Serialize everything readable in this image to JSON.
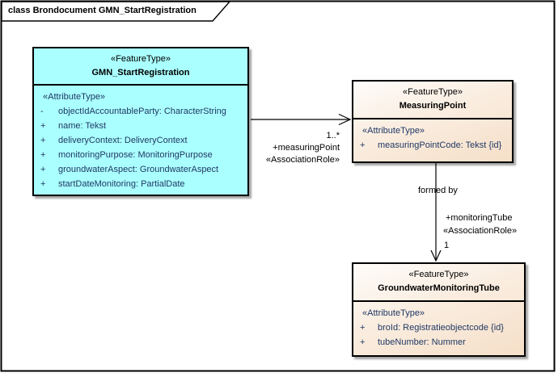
{
  "diagram": {
    "frame_title": "class Brondocument GMN_StartRegistration"
  },
  "colors": {
    "feature_type_cyan": "#AAFFFF",
    "feature_type_peach_start": "#FEFCFA",
    "feature_type_peach_end": "#F5DFC8",
    "attribute_text": "#1F3864",
    "border": "#000000",
    "shadow": "rgba(0,0,0,0.35)"
  },
  "classes": [
    {
      "stereotype": "«FeatureType»",
      "name": "GMN_StartRegistration",
      "attr_stereotype": "«AttributeType»",
      "attributes": [
        {
          "vis": "-",
          "text": "objectIdAccountableParty: CharacterString"
        },
        {
          "vis": "+",
          "text": "name: Tekst"
        },
        {
          "vis": "+",
          "text": "deliveryContext: DeliveryContext"
        },
        {
          "vis": "+",
          "text": "monitoringPurpose: MonitoringPurpose"
        },
        {
          "vis": "+",
          "text": "groundwaterAspect: GroundwaterAspect"
        },
        {
          "vis": "+",
          "text": "startDateMonitoring: PartialDate"
        }
      ]
    },
    {
      "stereotype": "«FeatureType»",
      "name": "MeasuringPoint",
      "attr_stereotype": "«AttributeType»",
      "attributes": [
        {
          "vis": "+",
          "text": "measuringPointCode: Tekst {id}"
        }
      ]
    },
    {
      "stereotype": "«FeatureType»",
      "name": "GroundwaterMonitoringTube",
      "attr_stereotype": "«AttributeType»",
      "attributes": [
        {
          "vis": "+",
          "text": "broId: Registratieobjectcode {id}"
        },
        {
          "vis": "+",
          "text": "tubeNumber: Nummer"
        }
      ]
    }
  ],
  "connectors": [
    {
      "name": "",
      "source": "GMN_StartRegistration",
      "target": "MeasuringPoint",
      "multiplicity": "1..*",
      "role": "+measuringPoint",
      "stereotype": "«AssociationRole»"
    },
    {
      "name": "formed by",
      "source": "MeasuringPoint",
      "target": "GroundwaterMonitoringTube",
      "multiplicity": "1",
      "role": "+monitoringTube",
      "stereotype": "«AssociationRole»"
    }
  ]
}
